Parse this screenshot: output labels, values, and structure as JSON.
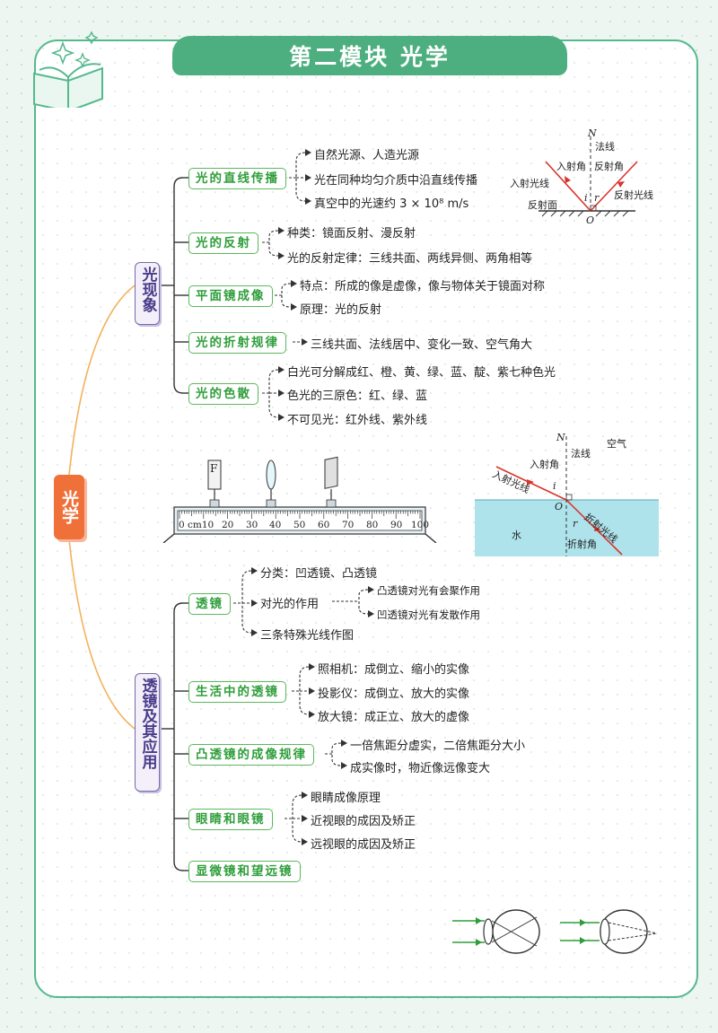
{
  "title": "第二模块  光学",
  "center": "光学",
  "branches": {
    "optics_phenomena": "光现象",
    "lens_applications": "透镜及其应用"
  },
  "topics": {
    "straight_line": "光的直线传播",
    "reflection": "光的反射",
    "plane_mirror": "平面镜成像",
    "refraction": "光的折射规律",
    "dispersion": "光的色散",
    "lens": "透镜",
    "life_lens": "生活中的透镜",
    "convex_rule": "凸透镜的成像规律",
    "eye_glasses": "眼睛和眼镜",
    "microscope": "显微镜和望远镜"
  },
  "leaves": {
    "straight_line": [
      "自然光源、人造光源",
      "光在同种均匀介质中沿直线传播",
      "真空中的光速约 3 × 10⁸ m/s"
    ],
    "reflection": [
      "种类：镜面反射、漫反射",
      "光的反射定律：三线共面、两线异侧、两角相等"
    ],
    "plane_mirror": [
      "特点：所成的像是虚像，像与物体关于镜面对称",
      "原理：光的反射"
    ],
    "refraction": [
      "三线共面、法线居中、变化一致、空气角大"
    ],
    "dispersion": [
      "白光可分解成红、橙、黄、绿、蓝、靛、紫七种色光",
      "色光的三原色：红、绿、蓝",
      "不可见光：红外线、紫外线"
    ],
    "lens": [
      "分类：凹透镜、凸透镜",
      "对光的作用",
      "三条特殊光线作图"
    ],
    "lens_effect": [
      "凸透镜对光有会聚作用",
      "凹透镜对光有发散作用"
    ],
    "life_lens": [
      "照相机：成倒立、缩小的实像",
      "投影仪：成倒立、放大的实像",
      "放大镜：成正立、放大的虚像"
    ],
    "convex_rule": [
      "一倍焦距分虚实，二倍焦距分大小",
      "成实像时，物近像远像变大"
    ],
    "eye_glasses": [
      "眼睛成像原理",
      "近视眼的成因及矫正",
      "远视眼的成因及矫正"
    ]
  },
  "reflection_diagram": {
    "normal_letter": "N",
    "normal": "法线",
    "incident_angle": "入射角",
    "reflected_angle": "反射角",
    "incident_ray": "入射光线",
    "reflected_ray": "反射光线",
    "surface": "反射面",
    "i": "i",
    "r": "r",
    "origin": "O"
  },
  "refraction_diagram": {
    "normal_letter": "N",
    "normal": "法线",
    "air": "空气",
    "incident_angle": "入射角",
    "incident_ray": "入射光线",
    "water": "水",
    "refracted_ray": "折射光线",
    "refracted_angle": "折射角",
    "i": "i",
    "r": "r",
    "origin": "O",
    "water_color": "#aee3ec"
  },
  "bench": {
    "ticks": [
      "0 cm10",
      "20",
      "30",
      "40",
      "50",
      "60",
      "70",
      "80",
      "90",
      "100"
    ],
    "card_letter": "F"
  },
  "colors": {
    "accent": "#4daf7f",
    "topic_green": "#2e9e3a",
    "branch_purple": "#4a3b8a",
    "center_orange": "#f0703a",
    "arrow_green": "#2e9e3a",
    "ray_red": "#d9342b"
  }
}
